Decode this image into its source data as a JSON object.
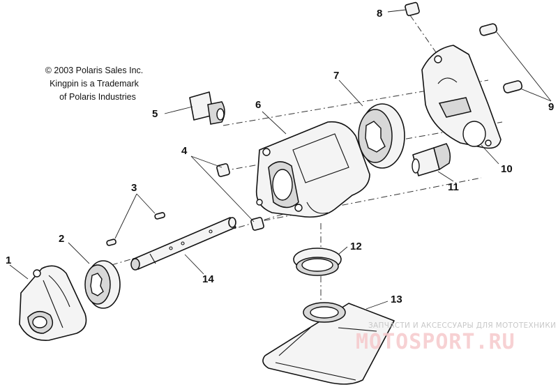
{
  "copyright": {
    "line1": "© 2003 Polaris Sales Inc.",
    "line2": "Kingpin is a Trademark",
    "line3": "of Polaris Industries"
  },
  "callouts": [
    "1",
    "2",
    "3",
    "4",
    "5",
    "6",
    "7",
    "8",
    "9",
    "10",
    "11",
    "12",
    "13",
    "14"
  ],
  "watermark": {
    "tagline": "ЗАПЧАСТИ И АКСЕССУАРЫ ДЛЯ МОТОТЕХНИКИ",
    "logo": "MOTOSPORT.RU"
  }
}
